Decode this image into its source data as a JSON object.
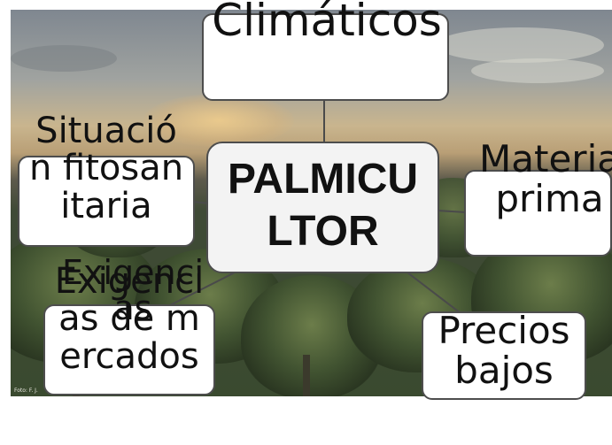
{
  "diagram": {
    "center": {
      "label": "PALMICULTOR"
    },
    "nodes": [
      {
        "id": "climaticos",
        "label": "Climáticos"
      },
      {
        "id": "situacion",
        "label": "Situación fitosanitaria"
      },
      {
        "id": "materia",
        "label": "Materia prima"
      },
      {
        "id": "exigencias",
        "label": "Exigencias de mercados"
      },
      {
        "id": "precios",
        "label": "Precios bajos"
      }
    ],
    "overlap_text": "Exigencias"
  },
  "photo": {
    "credit": "Foto: F. J."
  },
  "colors": {
    "node_fill": "#ffffff",
    "center_fill": "#f3f3f3",
    "border": "#4d4d4d",
    "connector": "#4a4a4a"
  }
}
